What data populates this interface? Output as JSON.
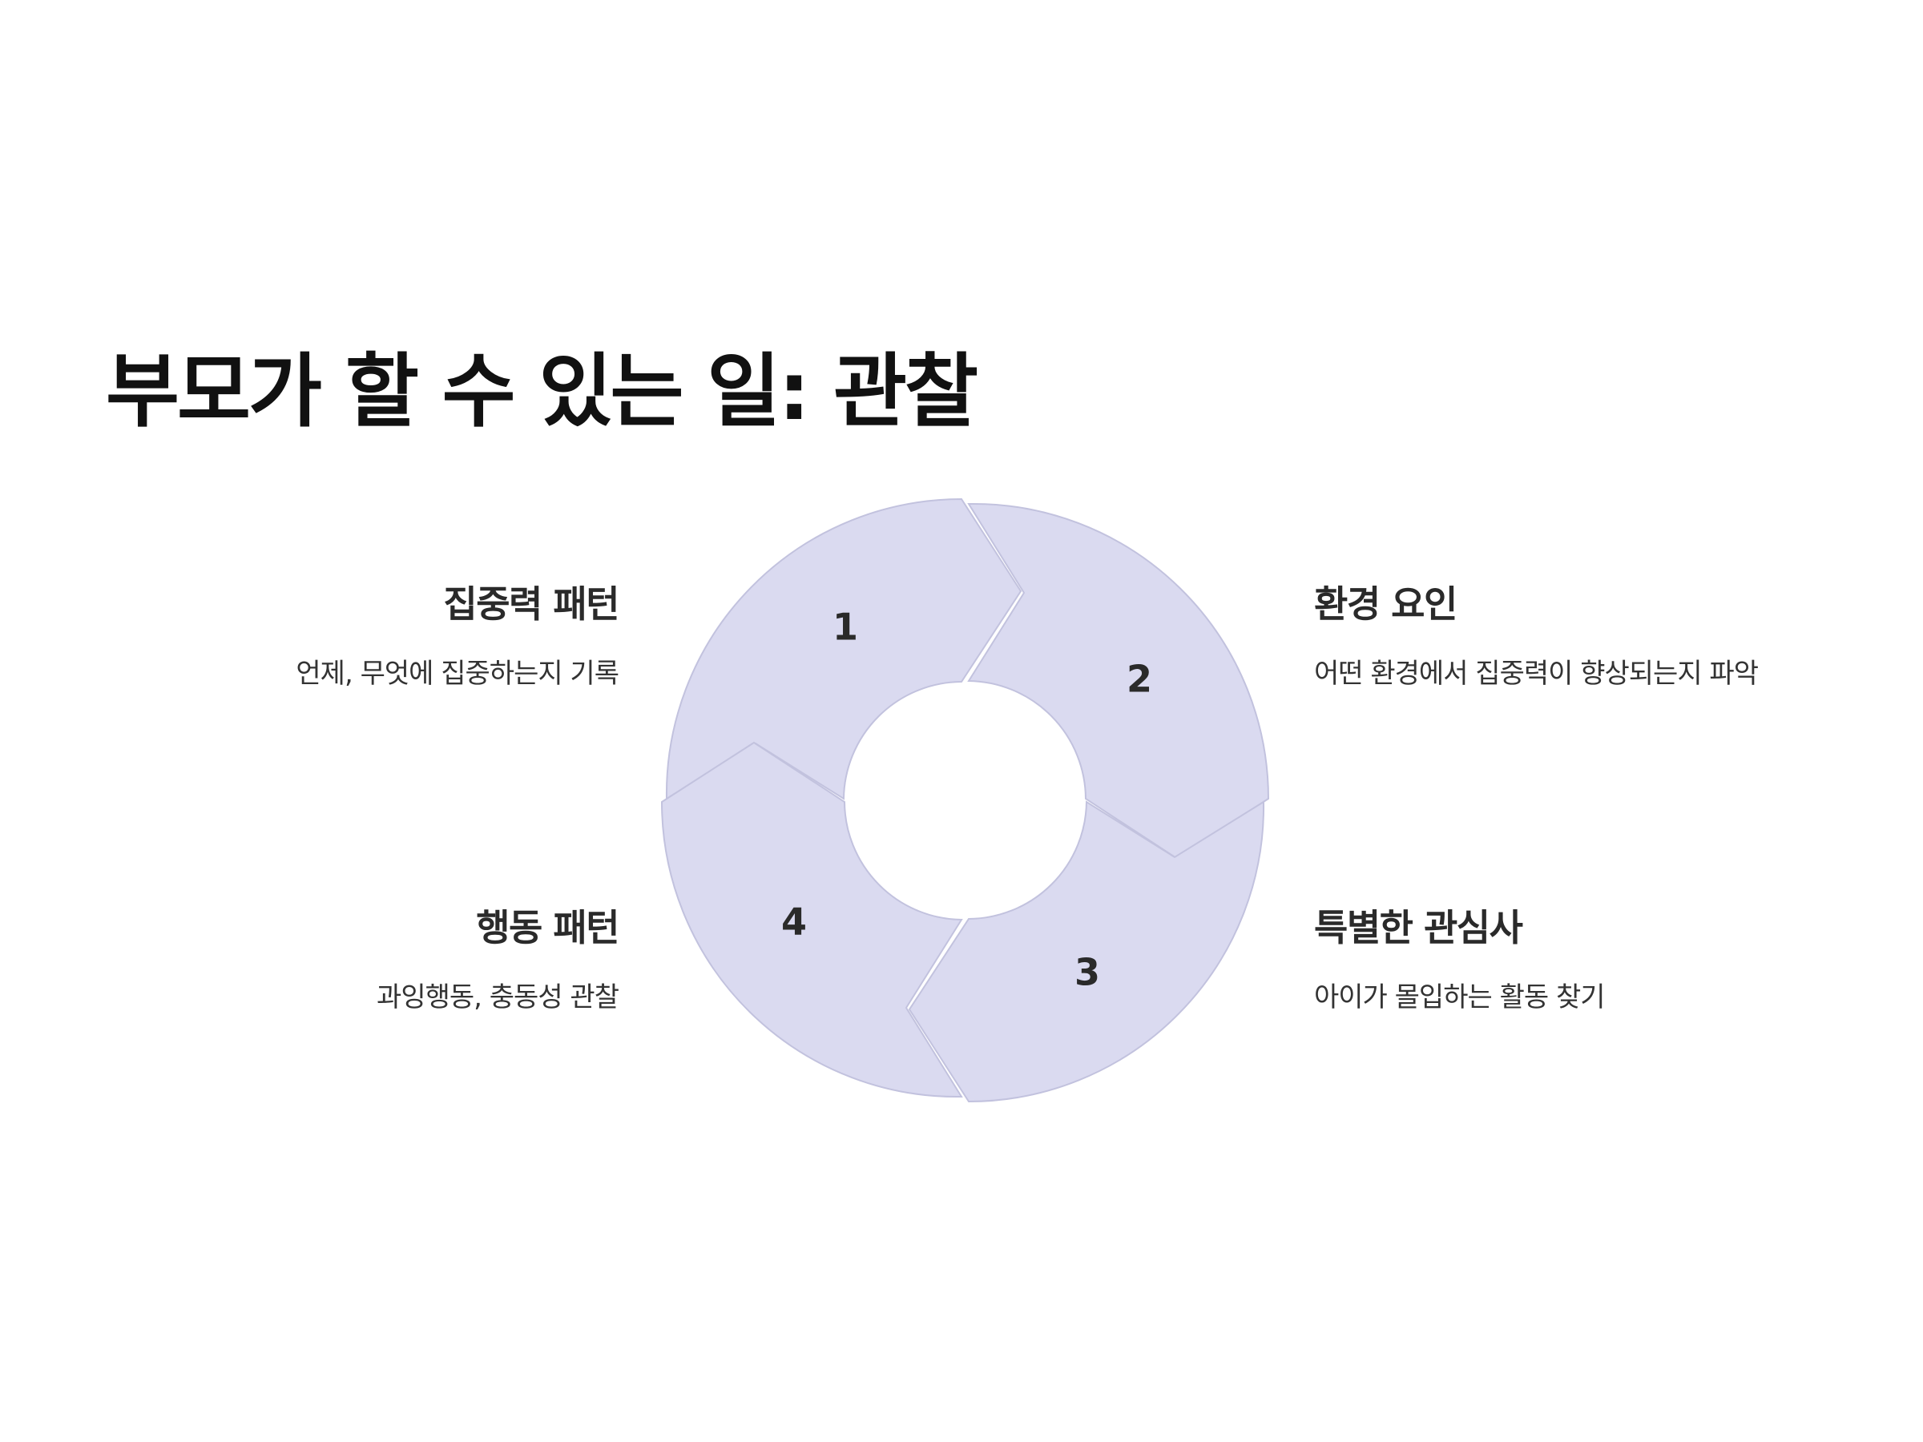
{
  "title": "부모가 할 수 있는 일: 관찰",
  "colors": {
    "segment_fill": "#dadaf0",
    "segment_stroke": "#c2c2de",
    "background": "#ffffff",
    "text": "#2a2a2a"
  },
  "cycle": [
    {
      "number": "1",
      "title": "집중력 패턴",
      "description": "언제, 무엇에 집중하는지 기록"
    },
    {
      "number": "2",
      "title": "환경 요인",
      "description": "어떤 환경에서 집중력이 향상되는지 파악"
    },
    {
      "number": "3",
      "title": "특별한 관심사",
      "description": "아이가 몰입하는 활동 찾기"
    },
    {
      "number": "4",
      "title": "행동 패턴",
      "description": "과잉행동, 충동성 관찰"
    }
  ]
}
